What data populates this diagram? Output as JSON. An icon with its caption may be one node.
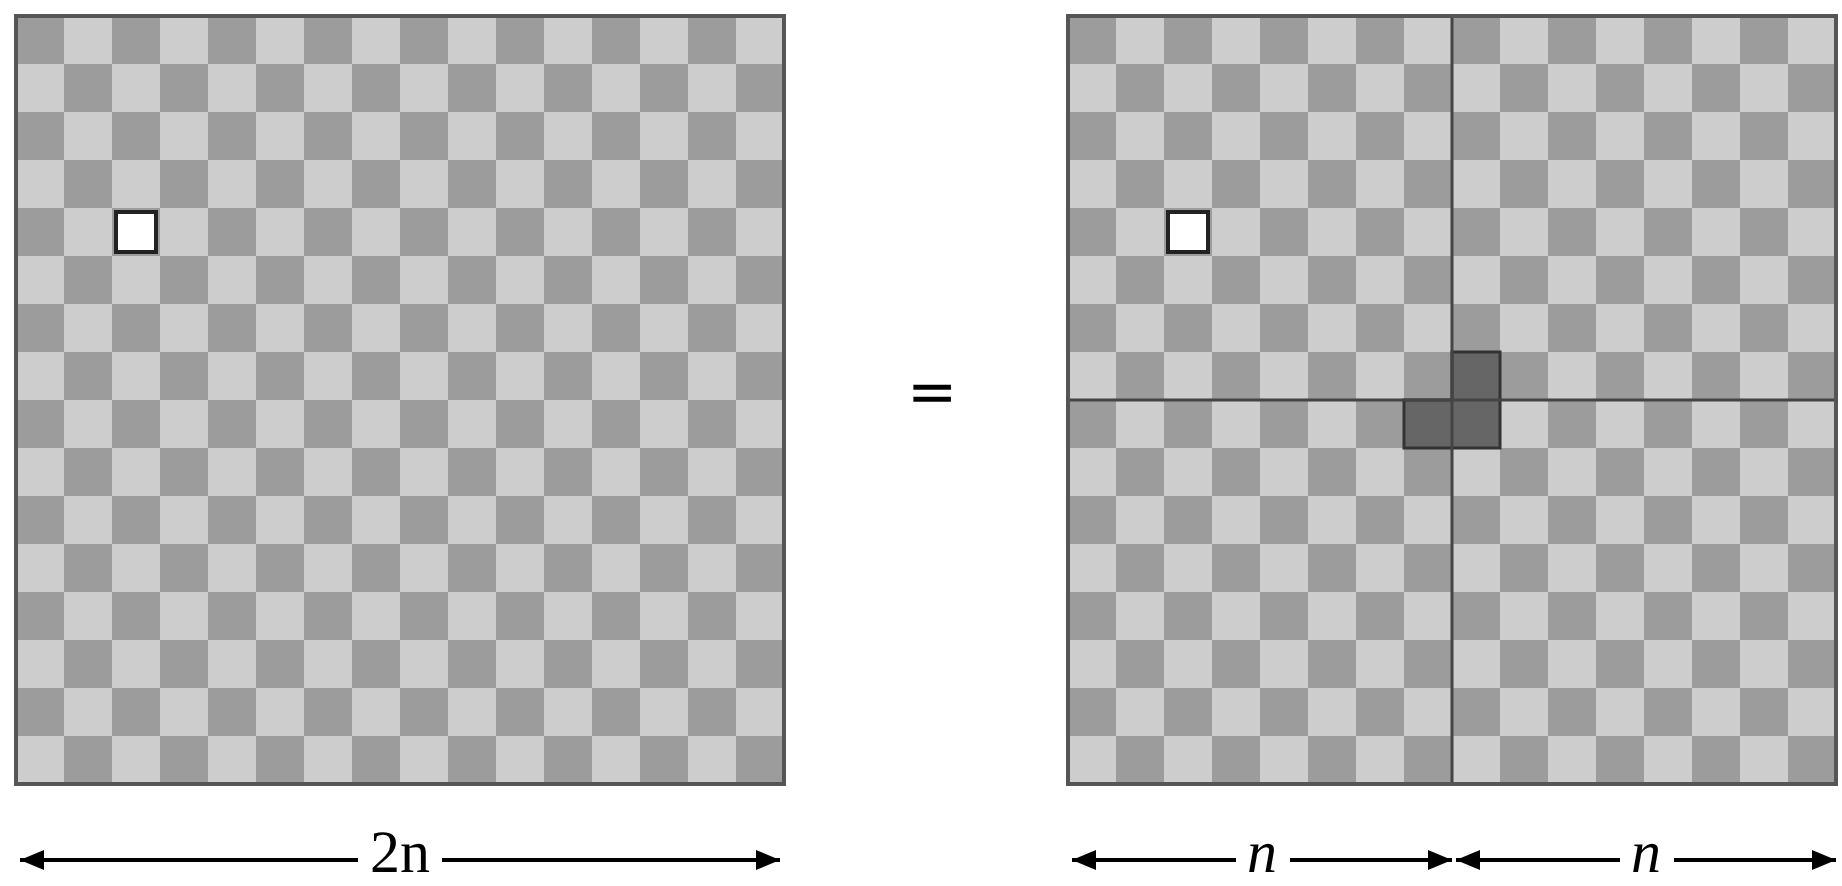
{
  "diagram": {
    "labels": [
      "=",
      "2n",
      "n",
      "n"
    ]
  }
}
